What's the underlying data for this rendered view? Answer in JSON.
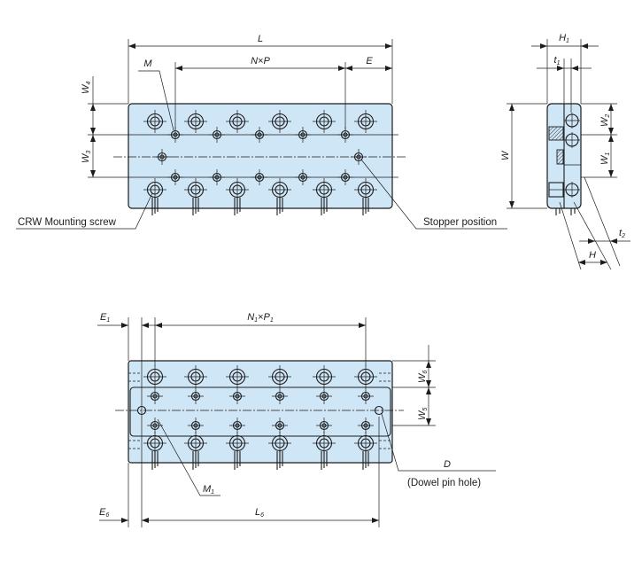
{
  "colors": {
    "plate_fill": "#cfe6f6",
    "line": "#1c1c1c",
    "background": "#ffffff"
  },
  "top_view": {
    "L": "L",
    "M": "M",
    "NxP": {
      "n": "N",
      "times": "×",
      "p": "P"
    },
    "E": "E",
    "W4": {
      "main": "W",
      "sub": "4"
    },
    "W3": {
      "main": "W",
      "sub": "3"
    },
    "crw_mounting_screw": "CRW Mounting screw",
    "stopper_position": "Stopper position"
  },
  "side_view": {
    "H1": {
      "main": "H",
      "sub": "1"
    },
    "t1": {
      "main": "t",
      "sub": "1"
    },
    "W": "W",
    "W2": {
      "main": "W",
      "sub": "2"
    },
    "W1": {
      "main": "W",
      "sub": "1"
    },
    "t2": {
      "main": "t",
      "sub": "2"
    },
    "H": "H"
  },
  "bottom_view": {
    "E1": {
      "main": "E",
      "sub": "1"
    },
    "N1xP1": {
      "n": "N",
      "n_sub": "1",
      "times": "×",
      "p": "P",
      "p_sub": "1"
    },
    "W6": {
      "main": "W",
      "sub": "6"
    },
    "W5": {
      "main": "W",
      "sub": "5"
    },
    "D": "D",
    "dowel_pin_hole": "(Dowel pin hole)",
    "M1": {
      "main": "M",
      "sub": "1"
    },
    "E6": {
      "main": "E",
      "sub": "6"
    },
    "L6": {
      "main": "L",
      "sub": "6"
    }
  }
}
